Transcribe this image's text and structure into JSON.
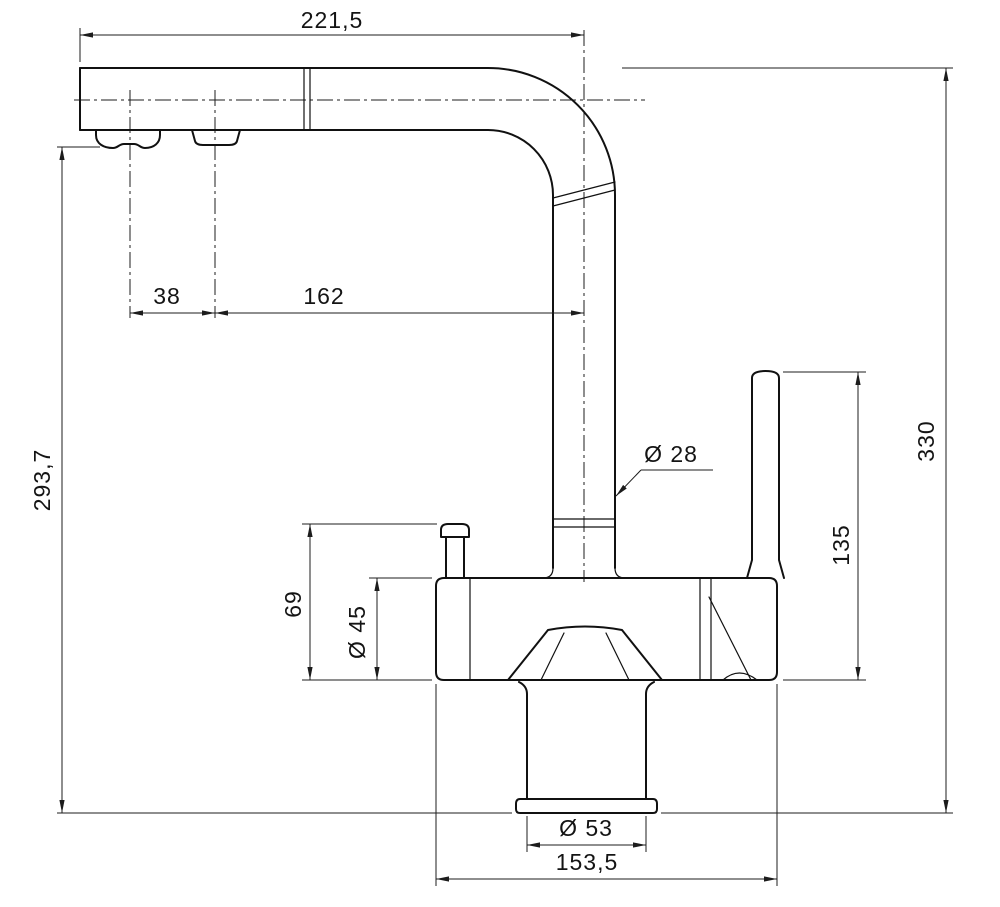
{
  "drawing": {
    "labels": {
      "top_width": "221,5",
      "nozzle_spacing": "38",
      "spout_reach": "162",
      "height_left": "293,7",
      "height_right": "330",
      "spout_diameter": "Ø 28",
      "handle_height": "135",
      "valve_height": "69",
      "body_diameter": "Ø 45",
      "base_diameter": "Ø 53",
      "body_length": "153,5"
    }
  }
}
